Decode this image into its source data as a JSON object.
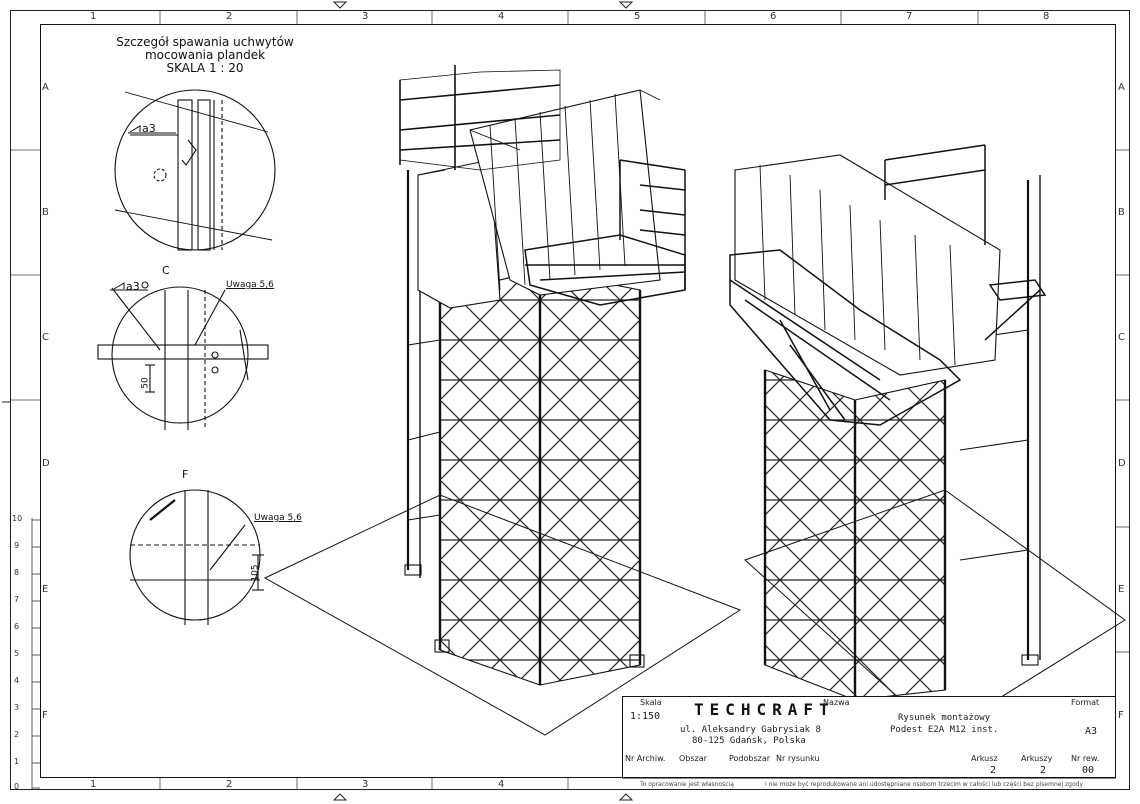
{
  "detail_a": {
    "title_line1": "Szczegół spawania uchwytów",
    "title_line2": "mocowania plandek",
    "title_line3": "SKALA 1 : 20",
    "weld": "a3"
  },
  "detail_c": {
    "label": "C",
    "weld": "a3",
    "note": "Uwaga 5,6",
    "dim": "50"
  },
  "detail_f": {
    "label": "F",
    "note": "Uwaga 5,6",
    "dim": "105"
  },
  "zones": {
    "columns": [
      "1",
      "2",
      "3",
      "4",
      "5",
      "6",
      "7",
      "8"
    ],
    "rows": [
      "A",
      "B",
      "C",
      "D",
      "E",
      "F"
    ]
  },
  "ruler": [
    "10",
    "9",
    "8",
    "7",
    "6",
    "5",
    "4",
    "3",
    "2",
    "1",
    "0"
  ],
  "title_block": {
    "scale_label": "Skala",
    "scale_value": "1:150",
    "company": "TECHCRAFT",
    "address_line1": "ul. Aleksandry Gabrysiak 8",
    "address_line2": "80-125 Gdańsk, Polska",
    "name_label": "Nazwa",
    "drawing_title1": "Rysunek montażowy",
    "drawing_title2": "Podest E2A M12 inst.",
    "format_label": "Format",
    "format_value": "A3",
    "archive_label": "Nr Archiw.",
    "area_label": "Obszar",
    "sub_area_label": "Podobszar",
    "drawing_no_label": "Nr rysunku",
    "sheet_label": "Arkusz",
    "sheet_value": "2",
    "sheets_label": "Arkuszy",
    "sheets_value": "2",
    "rev_label": "Nr rew.",
    "rev_value": "00",
    "footer_left": "To opracowanie jest własnością",
    "footer_right": "i nie może być reprodukowane ani udostępniane osobom trzecim w całości lub części bez pisemnej zgody"
  }
}
